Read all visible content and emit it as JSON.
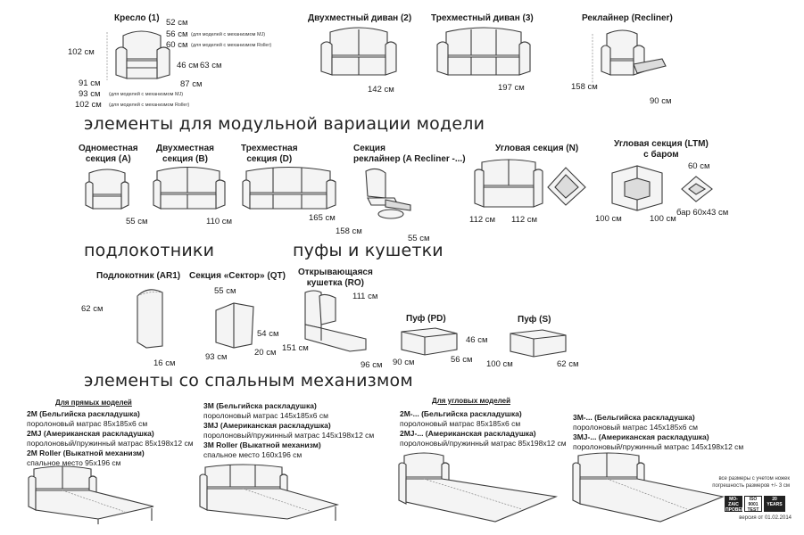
{
  "top": {
    "armchair": {
      "title": "Кресло (1)",
      "h": "102 см",
      "w1": "52 см",
      "w2": "56 см",
      "w2_note": "(для моделей с механизмом MJ)",
      "w3": "60 см",
      "w3_note": "(для моделей с механизмом Roller)",
      "s1": "46 см",
      "s2": "63 см",
      "d0": "87 см",
      "d1": "91 см",
      "d2": "93 см",
      "d2_note": "(для моделей с механизмом MJ)",
      "d3": "102 см",
      "d3_note": "(для моделей с механизмом Roller)"
    },
    "sofa2": {
      "title": "Двухместный диван (2)",
      "w": "142 см"
    },
    "sofa3": {
      "title": "Трехместный диван (3)",
      "w": "197 см"
    },
    "recliner": {
      "title": "Реклайнер (Recliner)",
      "h": "158 см",
      "w": "90 см"
    }
  },
  "modular": {
    "heading": "элементы для модульной вариации модели",
    "items": [
      {
        "title1": "Одноместная",
        "title2": "секция (A)",
        "dim": "55 см"
      },
      {
        "title1": "Двухместная",
        "title2": "секция (B)",
        "dim": "110 см"
      },
      {
        "title1": "Трехместная",
        "title2": "секция (D)",
        "dim": "165 см"
      },
      {
        "title1": "Секция",
        "title2": "реклайнер (A Recliner -...)",
        "dim": "55 см",
        "dim2": "158 см"
      },
      {
        "title1": "Угловая секция (N)",
        "title2": "",
        "dim": "112 см",
        "dim2": "112 см"
      },
      {
        "title1": "Угловая секция (LTM)",
        "title2": "с баром",
        "dim": "100 см",
        "dim2": "100 см",
        "bar1": "60 см",
        "bar2": "бар 60x43 см"
      }
    ]
  },
  "armrests": {
    "heading": "подлокотники",
    "ar1": {
      "title": "Подлокотник (AR1)",
      "h": "62 см",
      "w": "16 см"
    },
    "qt": {
      "title": "Секция «Сектор» (QT)",
      "top": "55 см",
      "h": "54 см",
      "d": "93 см",
      "w": "20 см"
    }
  },
  "poufs": {
    "heading": "пуфы и кушетки",
    "ro": {
      "title1": "Открывающаяся",
      "title2": "кушетка (RO)",
      "h": "111 см",
      "d": "151 см",
      "w": "96 см"
    },
    "pd": {
      "title": "Пуф (PD)",
      "h": "46 см",
      "w": "90 см",
      "d": "56 см"
    },
    "s": {
      "title": "Пуф (S)",
      "w": "100 см",
      "d": "62 см"
    }
  },
  "sleep": {
    "heading": "элементы со спальным механизмом",
    "straight_h": "Для прямых моделей",
    "corner_h": "Для угловых моделей",
    "c1": [
      {
        "b": "2M (Бельгийска раскладушка)"
      },
      {
        "r": "поролоновый матрас 85x185x6 см"
      },
      {
        "b": "2MJ (Американская раскладушка)"
      },
      {
        "r": "поролоновый/пружинный матрас 85x198x12 см"
      },
      {
        "b": "2M Roller (Выкатной механизм)"
      },
      {
        "r": "спальное место 95x196 см"
      }
    ],
    "c2": [
      {
        "b": "3M (Бельгийска раскладушка)"
      },
      {
        "r": "поролоновый матрас 145x185x6 см"
      },
      {
        "b": "3MJ (Американская раскладушка)"
      },
      {
        "r": "поролоновый/пружинный матрас 145x198x12 см"
      },
      {
        "b": "3M Roller (Выкатной механизм)"
      },
      {
        "r": "спальное место 160x196 см"
      }
    ],
    "c3": [
      {
        "b": "2M-... (Бельгийска раскладушка)"
      },
      {
        "r": "поролоновый матрас 85x185x6 см"
      },
      {
        "b": "2MJ-... (Американская раскладушка)"
      },
      {
        "r": "поролоновый/пружинный матрас 85x198x12 см"
      }
    ],
    "c4": [
      {
        "b": "3M-... (Бельгийска раскладушка)"
      },
      {
        "r": "поролоновый матрас 145x185x6 см"
      },
      {
        "b": "3MJ-... (Американская раскладушка)"
      },
      {
        "r": "поролоновый/пружинный матрас 145x198x12 см"
      }
    ]
  },
  "footer": {
    "note1": "все размеры с учетом ножек",
    "note2": "погрешность размеров +/- 3 см",
    "version": "версия от 01.02.2014",
    "badge1": "MO-ZAIC ПРОВЕР.",
    "badge2": "ISO 9001 TEST",
    "badge3": "20 YEARS"
  }
}
